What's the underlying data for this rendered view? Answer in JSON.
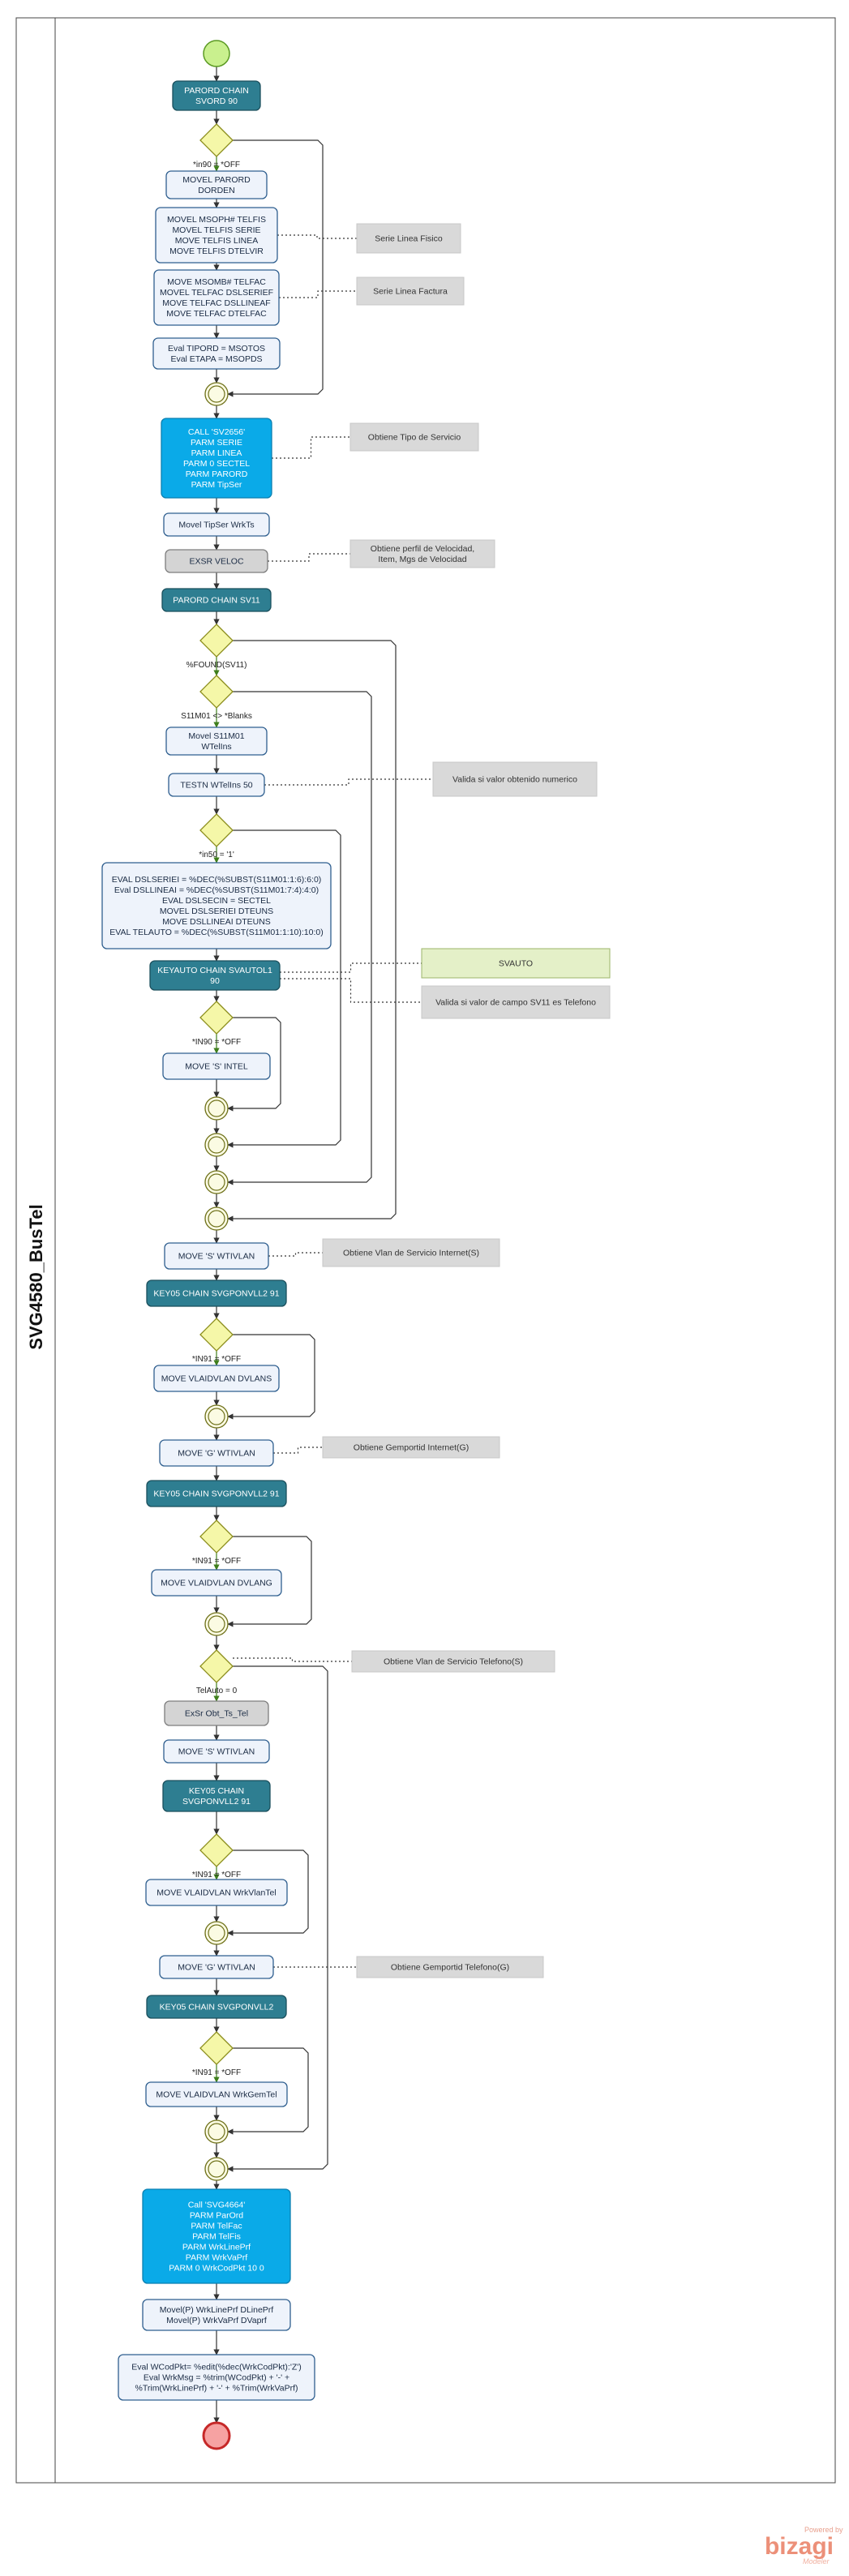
{
  "pool_title": "SVG4580_BusTel",
  "branding": {
    "powered": "Powered by",
    "name": "bizagi",
    "product": "Modeler"
  },
  "tasks": {
    "t1": [
      "PARORD CHAIN",
      "SVORD 90"
    ],
    "t2": [
      "MOVEL PARORD",
      "DORDEN"
    ],
    "t3": [
      "MOVEL MSOPH# TELFIS",
      "MOVEL TELFIS SERIE",
      "MOVE TELFIS LINEA",
      "MOVE TELFIS DTELVIR"
    ],
    "t4": [
      "MOVE MSOMB# TELFAC",
      "MOVEL TELFAC DSLSERIEF",
      "MOVE TELFAC DSLLINEAF",
      "MOVE TELFAC DTELFAC"
    ],
    "t5": [
      "Eval TIPORD  = MSOTOS",
      "Eval ETAPA  =  MSOPDS"
    ],
    "t6": [
      "CALL  'SV2656'",
      "PARM  SERIE",
      "PARM  LINEA",
      "PARM 0  SECTEL",
      "PARM  PARORD",
      "PARM  TipSer"
    ],
    "t7": [
      "Movel TipSer WrkTs"
    ],
    "t8": [
      "EXSR       VELOC"
    ],
    "t9": [
      "PARORD    CHAIN   SV11"
    ],
    "t10": [
      "Movel       S11M01",
      "WTelIns"
    ],
    "t11": [
      "TESTN WTelIns 50"
    ],
    "t12": [
      "EVAL DSLSERIEI = %DEC(%SUBST(S11M01:1:6):6:0)",
      "Eval DSLLINEAI = %DEC(%SUBST(S11M01:7:4):4:0)",
      "EVAL DSLSECIN  = SECTEL",
      "MOVEL DSLSERIEI DTEUNS",
      "MOVE DSLLINEAI DTEUNS",
      "EVAL TELAUTO  = %DEC(%SUBST(S11M01:1:10):10:0)"
    ],
    "t13": [
      "KEYAUTO CHAIN SVAUTOL1",
      "90"
    ],
    "t14": [
      "MOVE  'S'  INTEL"
    ],
    "t15": [
      "MOVE  'S'  WTIVLAN"
    ],
    "t16": [
      "KEY05 CHAIN SVGPONVLL2 91"
    ],
    "t17": [
      "MOVE VLAIDVLAN DVLANS"
    ],
    "t18": [
      "MOVE  'G'  WTIVLAN"
    ],
    "t19": [
      "KEY05 CHAIN SVGPONVLL2 91"
    ],
    "t20": [
      "MOVE VLAIDVLAN DVLANG"
    ],
    "t21": [
      "ExSr      Obt_Ts_Tel"
    ],
    "t22": [
      "MOVE  'S'  WTIVLAN"
    ],
    "t23": [
      "KEY05 CHAIN",
      "SVGPONVLL2 91"
    ],
    "t24": [
      "MOVE VLAIDVLAN WrkVlanTel"
    ],
    "t25": [
      "MOVE  'G'  WTIVLAN"
    ],
    "t26": [
      "KEY05    CHAIN   SVGPONVLL2"
    ],
    "t27": [
      "MOVE VLAIDVLAN WrkGemTel"
    ],
    "t28": [
      "Call  'SVG4664'",
      "PARM  ParOrd",
      "PARM  TelFac",
      "PARM  TelFis",
      "PARM  WrkLinePrf",
      "PARM  WrkVaPrf",
      "PARM  0  WrkCodPkt 10 0"
    ],
    "t29": [
      "Movel(P) WrkLinePrf DLinePrf",
      "Movel(P) WrkVaPrf DVaprf"
    ],
    "t30": [
      "Eval WCodPkt= %edit(%dec(WrkCodPkt):'Z')",
      "Eval WrkMsg = %trim(WCodPkt) + '-' +",
      "%Trim(WrkLinePrf) + '-' + %Trim(WrkVaPrf)"
    ]
  },
  "gateway_labels": {
    "g1": "*in90 = *OFF",
    "g2": "%FOUND(SV11)",
    "g3": "S11M01 <> *Blanks",
    "g4": "*in50 = '1'",
    "g5": "*IN90 = *OFF",
    "g6": "*IN91 = *OFF",
    "g7": "*IN91 = *OFF",
    "g8": "TelAuto = 0",
    "g9": "*IN91 = *OFF",
    "g10": "*IN91 = *OFF"
  },
  "annotations": {
    "a1": [
      "Serie Linea Fisico"
    ],
    "a2": [
      "Serie Linea Factura"
    ],
    "a3": [
      "Obtiene Tipo de Servicio"
    ],
    "a4": [
      "Obtiene perfil de Velocidad,",
      "Item, Mgs de Velocidad"
    ],
    "a5": [
      "Valida si valor obtenido numerico"
    ],
    "a6": [
      "SVAUTO"
    ],
    "a7": [
      "Valida si valor de campo SV11 es Telefono"
    ],
    "a8": [
      "Obtiene Vlan de Servicio Internet(S)"
    ],
    "a9": [
      "Obtiene Gemportid Internet(G)"
    ],
    "a10": [
      "Obtiene Vlan de Servicio Telefono(S)"
    ],
    "a11": [
      "Obtiene Gemportid Telefono(G)"
    ]
  },
  "colors": {
    "task_fill": "#eef3fb",
    "task_stroke": "#2f5f8f",
    "chain_fill": "#2e7e91",
    "chain_stroke": "#1a4f5c",
    "call_fill": "#0aaae8",
    "call_stroke": "#0a7fb0",
    "exsr_fill": "#d4d4d4",
    "exsr_stroke": "#7d7d7d",
    "gateway_fill": "#f5f7a8",
    "gateway_stroke": "#8b8d1c",
    "start_fill": "#c9f08e",
    "start_stroke": "#5b9a23",
    "end_fill": "#f6a2a2",
    "end_stroke": "#c62828",
    "note_fill": "#d9d9d9",
    "note_green": "#e4f0c8"
  }
}
